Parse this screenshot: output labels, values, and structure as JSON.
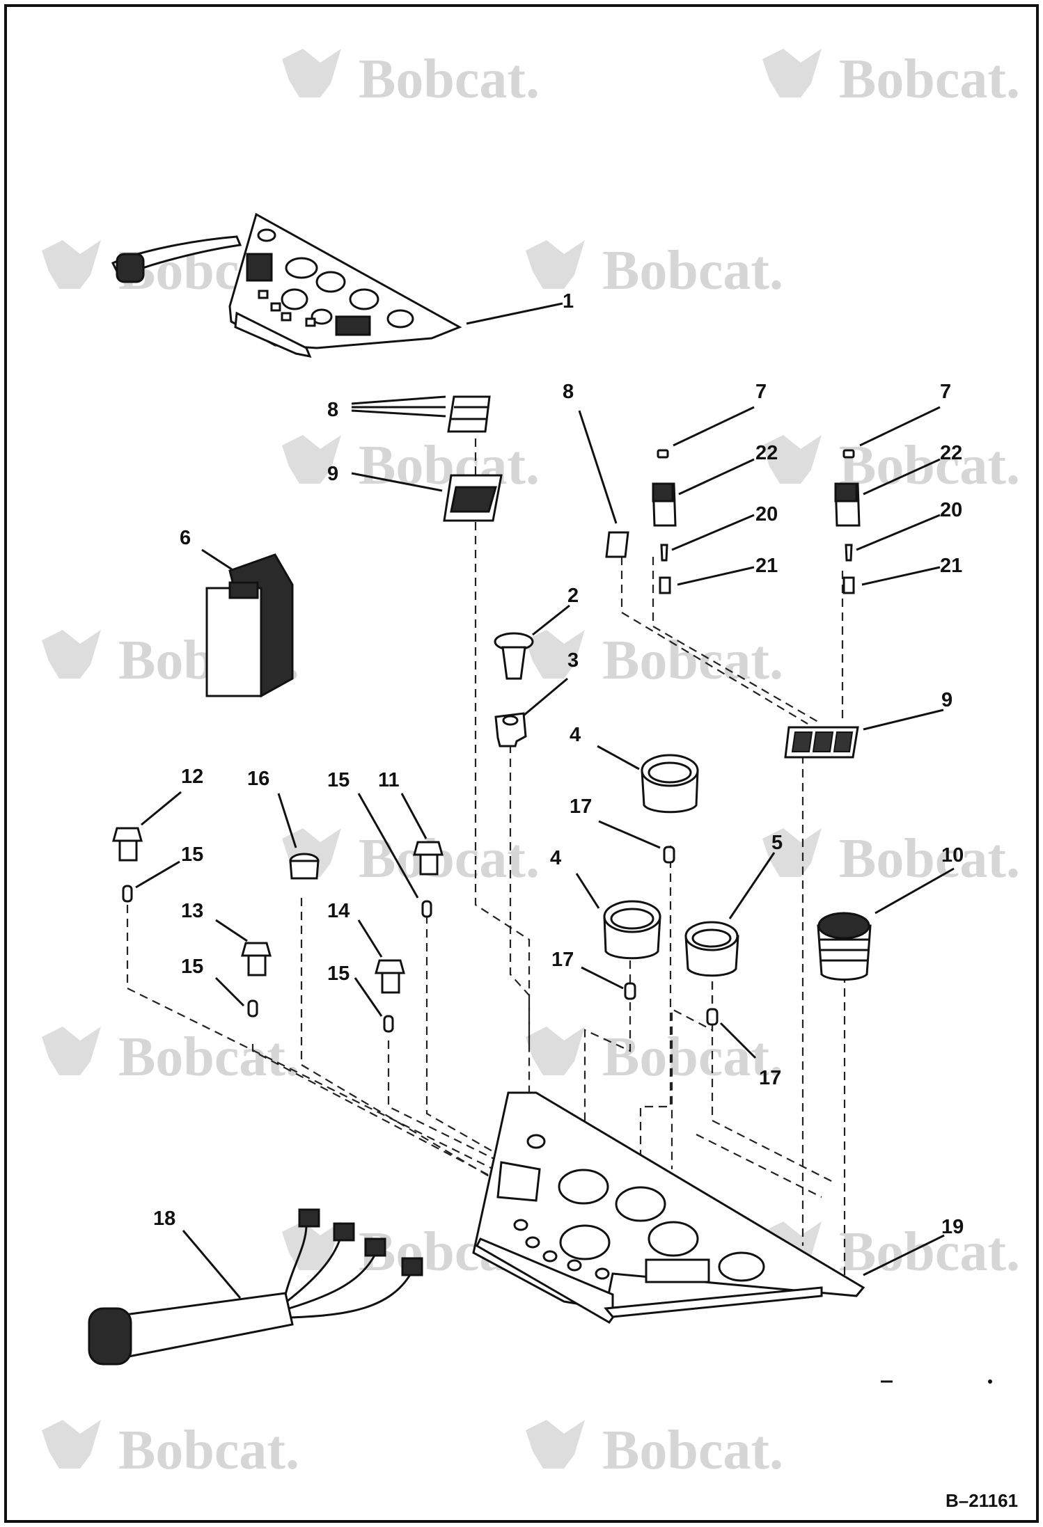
{
  "drawing": {
    "code": "B–21161",
    "watermark_text": "Bobcat."
  },
  "callouts": [
    {
      "id": "1",
      "text": "1"
    },
    {
      "id": "8a",
      "text": "8"
    },
    {
      "id": "9a",
      "text": "9"
    },
    {
      "id": "6",
      "text": "6"
    },
    {
      "id": "8b",
      "text": "8"
    },
    {
      "id": "7a",
      "text": "7"
    },
    {
      "id": "7b",
      "text": "7"
    },
    {
      "id": "22a",
      "text": "22"
    },
    {
      "id": "22b",
      "text": "22"
    },
    {
      "id": "20a",
      "text": "20"
    },
    {
      "id": "20b",
      "text": "20"
    },
    {
      "id": "21a",
      "text": "21"
    },
    {
      "id": "21b",
      "text": "21"
    },
    {
      "id": "2",
      "text": "2"
    },
    {
      "id": "3",
      "text": "3"
    },
    {
      "id": "9b",
      "text": "9"
    },
    {
      "id": "4a",
      "text": "4"
    },
    {
      "id": "4b",
      "text": "4"
    },
    {
      "id": "17a",
      "text": "17"
    },
    {
      "id": "17b",
      "text": "17"
    },
    {
      "id": "17c",
      "text": "17"
    },
    {
      "id": "5",
      "text": "5"
    },
    {
      "id": "10",
      "text": "10"
    },
    {
      "id": "12",
      "text": "12"
    },
    {
      "id": "16",
      "text": "16"
    },
    {
      "id": "15a",
      "text": "15"
    },
    {
      "id": "15b",
      "text": "15"
    },
    {
      "id": "15c",
      "text": "15"
    },
    {
      "id": "15d",
      "text": "15"
    },
    {
      "id": "11",
      "text": "11"
    },
    {
      "id": "13",
      "text": "13"
    },
    {
      "id": "14",
      "text": "14"
    },
    {
      "id": "18",
      "text": "18"
    },
    {
      "id": "19",
      "text": "19"
    }
  ]
}
